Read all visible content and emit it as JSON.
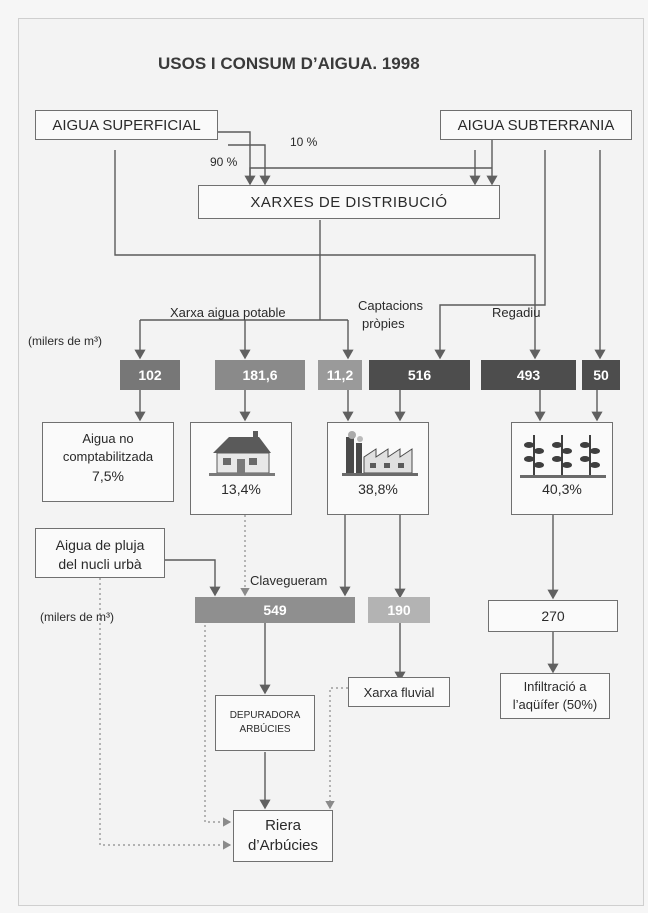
{
  "title": "USOS I CONSUM D’AIGUA. 1998",
  "sources": {
    "superficial": "AIGUA SUPERFICIAL",
    "subterrania": "AIGUA SUBTERRANIA"
  },
  "shares": {
    "superficial_pct": "90 %",
    "subterrania_pct": "10 %"
  },
  "distribution": "XARXES DE DISTRIBUCIÓ",
  "labels": {
    "potable_network": "Xarxa aigua potable",
    "own_intakes_1": "Captacions",
    "own_intakes_2": "pròpies",
    "irrigation": "Regadiu",
    "units_top": "(milers de m³)",
    "units_bottom": "(milers de m³)",
    "sewer": "Clavegueram"
  },
  "volumes": {
    "unaccounted": "102",
    "domestic": "181,6",
    "industry_network": "11,2",
    "industry_own": "516",
    "irrigation_surface": "493",
    "irrigation_ground": "50",
    "sewer_total": "549",
    "industry_river": "190",
    "irrigation_return": "270"
  },
  "uses": {
    "unaccounted_1": "Aigua no",
    "unaccounted_2": "comptabilitzada",
    "unaccounted_pct": "7,5%",
    "domestic_pct": "13,4%",
    "industry_pct": "38,8%",
    "irrigation_pct": "40,3%"
  },
  "rain": {
    "line1": "Aigua de pluja",
    "line2": "del nucli urbà"
  },
  "outputs": {
    "treatment_1": "DEPURADORA",
    "treatment_2": "ARBÚCIES",
    "river_net": "Xarxa fluvial",
    "infiltration_1": "Infiltració a",
    "infiltration_2": "l’aqüífer (50%)",
    "riera_1": "Riera",
    "riera_2": "d’Arbúcies"
  },
  "colors": {
    "dark_box": "#4d4d4d",
    "mid_box": "#777777",
    "light_box": "#9a9a9a",
    "lighter_box": "#b3b3b3",
    "arrow": "#606060",
    "dotted": "#8a8a8a"
  },
  "icons": [
    "house-icon",
    "factory-icon",
    "crops-icon"
  ]
}
